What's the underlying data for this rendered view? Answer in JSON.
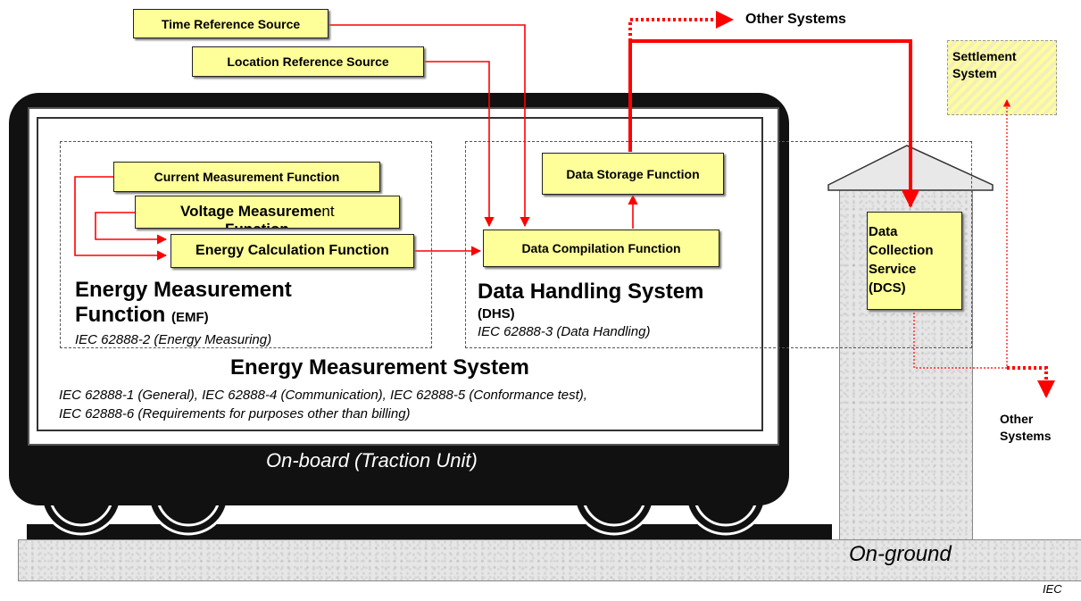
{
  "time_ref": "Time Reference Source",
  "location_ref": "Location Reference Source",
  "other_systems_top": "Other Systems",
  "settlement_line1": "Settlement",
  "settlement_line2": "System",
  "current_fn": "Current Measurement Function",
  "voltage_fn_bold": "Voltage Measureme",
  "voltage_fn_rest": "nt",
  "voltage_fn_cut": "Function",
  "energy_calc_fn": "Energy Calculation Function",
  "data_compilation_fn": "Data Compilation Function",
  "data_storage_fn": "Data Storage Function",
  "emf_title_line1": "Energy Measurement",
  "emf_title_line2": "Function",
  "emf_abbr": "(EMF)",
  "emf_std": "IEC 62888-2 (Energy Measuring)",
  "dhs_title": "Data Handling System",
  "dhs_abbr": "(DHS)",
  "dhs_std": "IEC 62888-3 (Data Handling)",
  "ems_title": "Energy Measurement System",
  "ems_std_line1": "IEC 62888-1 (General), IEC 62888-4 (Communication), IEC 62888-5 (Conformance test),",
  "ems_std_line2": "IEC 62888-6 (Requirements for purposes other than billing)",
  "onboard_label": "On-board (Traction Unit)",
  "dcs_line1": "Data",
  "dcs_line2": "Collection",
  "dcs_line3": "Service",
  "dcs_line4": "(DCS)",
  "other_systems_right_line1": "Other",
  "other_systems_right_line2": "Systems",
  "onground_label": "On-ground",
  "iec_mark": "IEC",
  "colors": {
    "arrow_red": "#ff0000",
    "box_yellow": "#ffff99",
    "frame_black": "#111111"
  }
}
